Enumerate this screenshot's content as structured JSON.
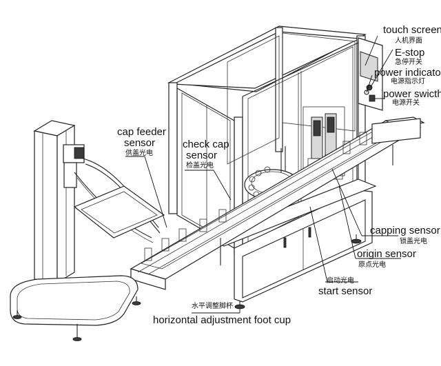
{
  "labels": {
    "touch_screen": {
      "en": "touch screen",
      "cn": "人机界面"
    },
    "estop": {
      "en": "E-stop",
      "cn": "急停开关"
    },
    "power_indicator": {
      "en": "power indicator",
      "cn": "电源指示灯"
    },
    "power_switch": {
      "en": "power swicth",
      "cn": "电源开关"
    },
    "cap_feeder_sensor": {
      "en1": "cap feeder",
      "en2": "sensor",
      "cn": "供盖光电"
    },
    "check_cap_sensor": {
      "en1": "check cap",
      "en2": "sensor",
      "cn": "检盖光电"
    },
    "capping_sensor": {
      "en": "capping sensor",
      "cn": "锁盖光电"
    },
    "origin_sensor": {
      "en": "origin sensor",
      "cn": "原点光电"
    },
    "start_sensor": {
      "en": "start sensor",
      "cn": "启动光电"
    },
    "foot_cup": {
      "en": "horizontal adjustment foot cup",
      "cn": "水平调整脚杯"
    }
  },
  "colors": {
    "line": "#222222",
    "panel": "#d9d9d9",
    "dark": "#3a3a3a"
  }
}
